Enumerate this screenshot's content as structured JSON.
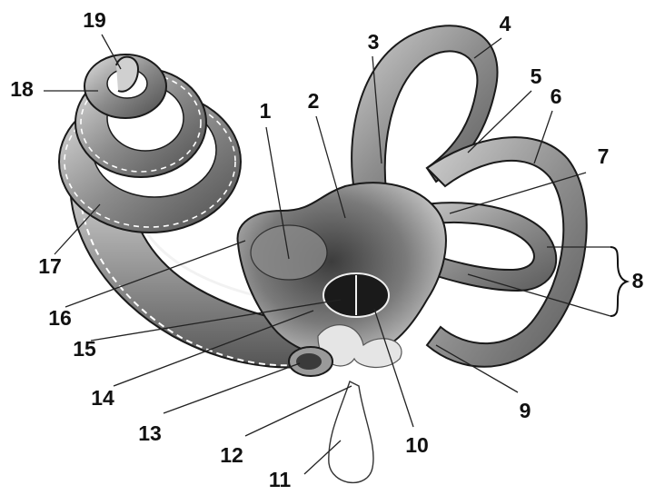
{
  "diagram": {
    "labels": [
      {
        "id": "l1",
        "text": "1"
      },
      {
        "id": "l2",
        "text": "2"
      },
      {
        "id": "l3",
        "text": "3"
      },
      {
        "id": "l4",
        "text": "4"
      },
      {
        "id": "l5",
        "text": "5"
      },
      {
        "id": "l6",
        "text": "6"
      },
      {
        "id": "l7",
        "text": "7"
      },
      {
        "id": "l8",
        "text": "8"
      },
      {
        "id": "l9",
        "text": "9"
      },
      {
        "id": "l10",
        "text": "10"
      },
      {
        "id": "l11",
        "text": "11"
      },
      {
        "id": "l12",
        "text": "12"
      },
      {
        "id": "l13",
        "text": "13"
      },
      {
        "id": "l14",
        "text": "14"
      },
      {
        "id": "l15",
        "text": "15"
      },
      {
        "id": "l16",
        "text": "16"
      },
      {
        "id": "l17",
        "text": "17"
      },
      {
        "id": "l18",
        "text": "18"
      },
      {
        "id": "l19",
        "text": "19"
      }
    ]
  },
  "colors": {
    "bone_light": "#d9d9d9",
    "bone_mid": "#9a9a9a",
    "bone_dark": "#4a4a4a",
    "outline": "#1a1a1a",
    "text": "#111111"
  }
}
